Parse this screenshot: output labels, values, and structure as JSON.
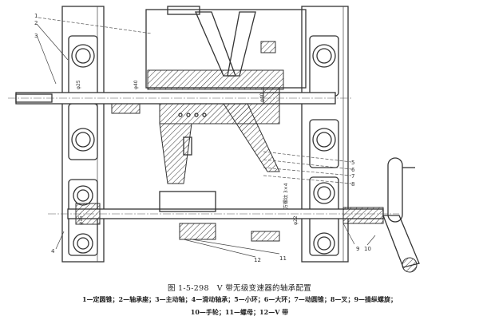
{
  "figure": {
    "number": "图 1-5-298",
    "title": "V 带无级变速器的轴承配置",
    "legend_line1": "1—定圆锥；2—轴承座；3—主动轴；4—滑动轴承；5—小环；6—大环；7—动圆锥；8—叉；9—操纵螺旋；",
    "legend_line2": "10—手轮；11—螺母；12—V 带"
  },
  "parts": [
    {
      "num": "1",
      "name": "定圆锥"
    },
    {
      "num": "2",
      "name": "轴承座"
    },
    {
      "num": "3",
      "name": "主动轴"
    },
    {
      "num": "4",
      "name": "滑动轴承"
    },
    {
      "num": "5",
      "name": "小环"
    },
    {
      "num": "6",
      "name": "大环"
    },
    {
      "num": "7",
      "name": "动圆锥"
    },
    {
      "num": "8",
      "name": "叉"
    },
    {
      "num": "9",
      "name": "操纵螺旋"
    },
    {
      "num": "10",
      "name": "手轮"
    },
    {
      "num": "11",
      "name": "螺母"
    },
    {
      "num": "12",
      "name": "V 带"
    }
  ],
  "dimensions": {
    "d1": "φ25",
    "d2": "φ40",
    "d3": "φ40",
    "d4": "φ22",
    "d5": "φ15",
    "thread": "方螺纹 3×4"
  }
}
